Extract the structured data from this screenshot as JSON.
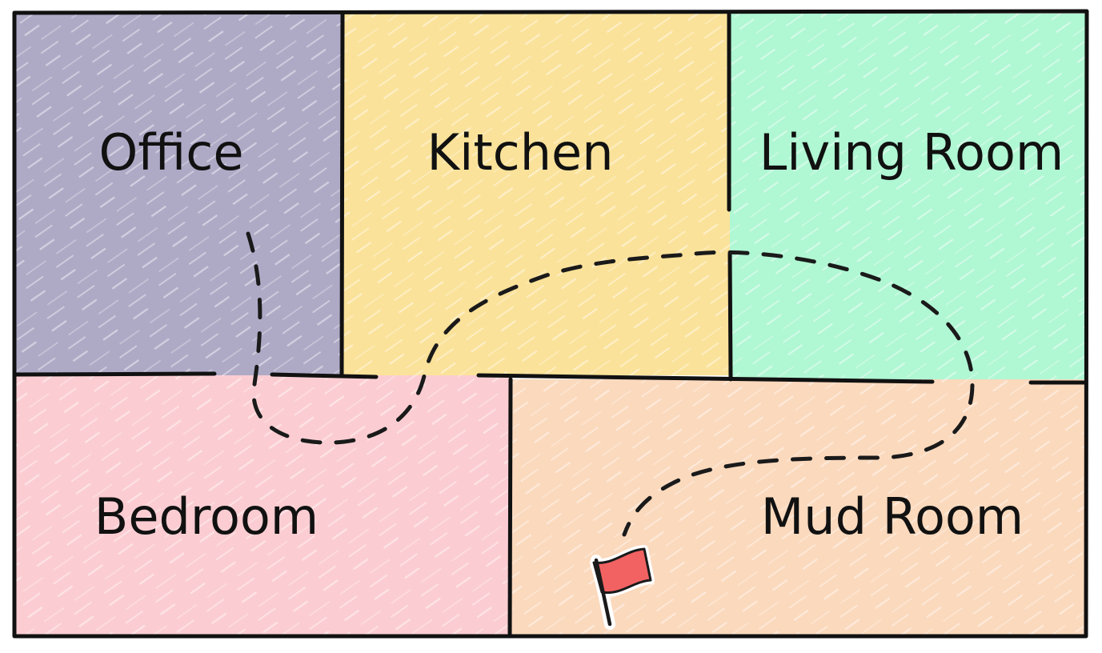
{
  "rooms": [
    {
      "id": "office",
      "label": "Office",
      "color": "#aeaac6"
    },
    {
      "id": "kitchen",
      "label": "Kitchen",
      "color": "#fbe29a"
    },
    {
      "id": "living-room",
      "label": "Living Room",
      "color": "#b0f7d4"
    },
    {
      "id": "bedroom",
      "label": "Bedroom",
      "color": "#fbcdd2"
    },
    {
      "id": "mud-room",
      "label": "Mud Room",
      "color": "#fbd9bd"
    }
  ],
  "colors": {
    "wall": "#111111",
    "path": "#1a1a1a",
    "flag": "#f26262"
  },
  "icons": {
    "destination": "flag-icon"
  }
}
